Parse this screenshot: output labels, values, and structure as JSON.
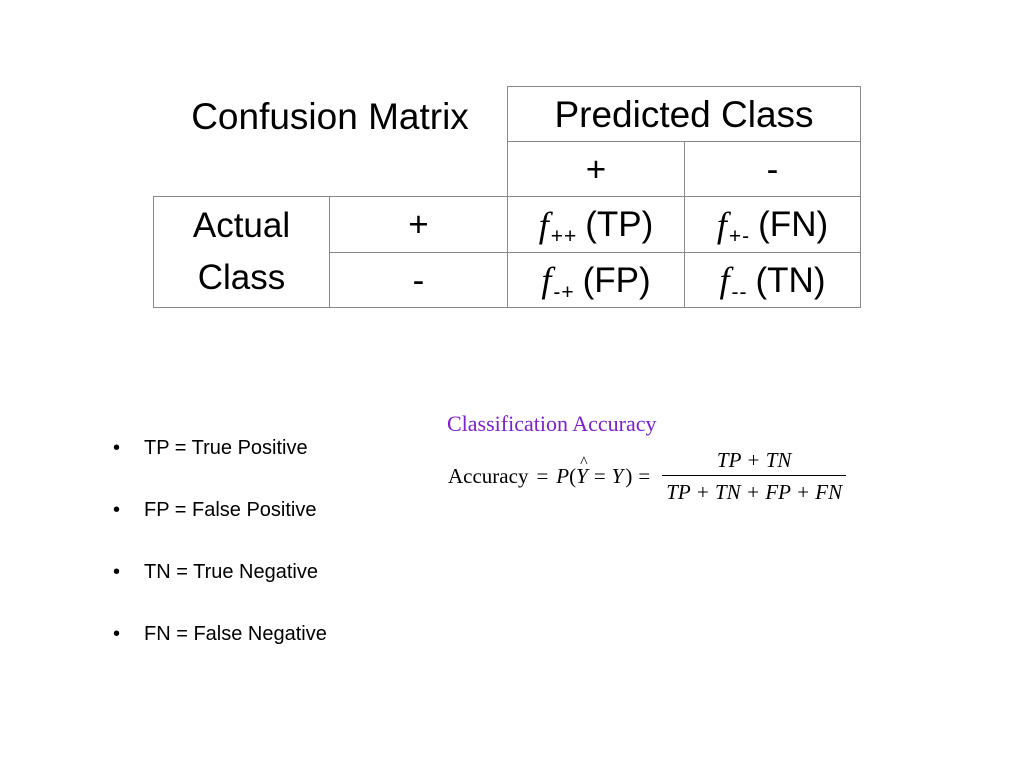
{
  "matrix": {
    "title": "Confusion Matrix",
    "predicted_header": "Predicted Class",
    "predicted_plus": "+",
    "predicted_minus": "-",
    "actual_line1": "Actual",
    "actual_line2": "Class",
    "row_plus": "+",
    "row_minus": "-",
    "cells": {
      "tp": {
        "f": "f",
        "sub": "++",
        "label": "(TP)"
      },
      "fn": {
        "f": "f",
        "sub": "+-",
        "label": "(FN)"
      },
      "fp": {
        "f": "f",
        "sub": "-+",
        "label": "(FP)"
      },
      "tn": {
        "f": "f",
        "sub": "--",
        "label": "(TN)"
      }
    }
  },
  "bullets": [
    "TP = True Positive",
    "FP = False Positive",
    "TN = True Negative",
    "FN = False Negative"
  ],
  "accuracy": {
    "title": "Classification Accuracy",
    "title_color": "#7b22c9",
    "lhs_word": "Accuracy",
    "eq": "=",
    "P": "P",
    "open": "(",
    "Yhat": "Y",
    "Y": "Y",
    "close": ")",
    "numerator": "TP + TN",
    "denominator": "TP + TN + FP + FN"
  }
}
